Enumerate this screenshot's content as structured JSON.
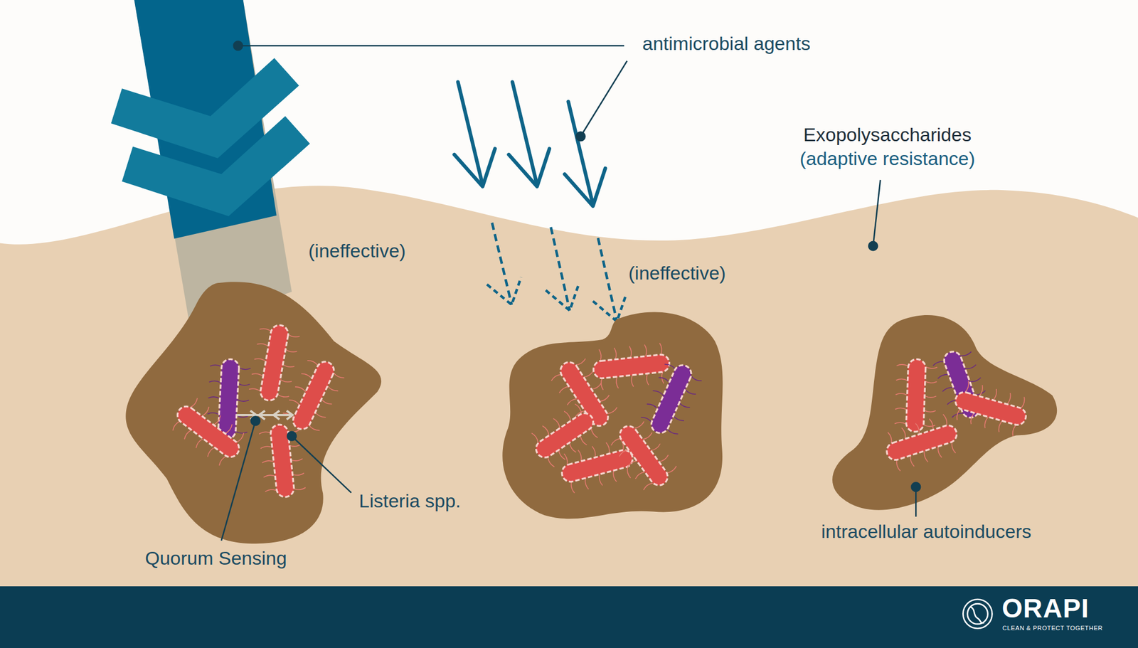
{
  "diagram": {
    "labels": [
      "antimicrobial agents",
      "Exopolysaccharides",
      "(adaptive resistance)",
      "(ineffective)",
      "(ineffective)",
      "Listeria spp.",
      "Quorum Sensing",
      "intracellular autoinducers",
      "ORAPI",
      "CLEAN & PROTECT TOGETHER"
    ]
  }
}
